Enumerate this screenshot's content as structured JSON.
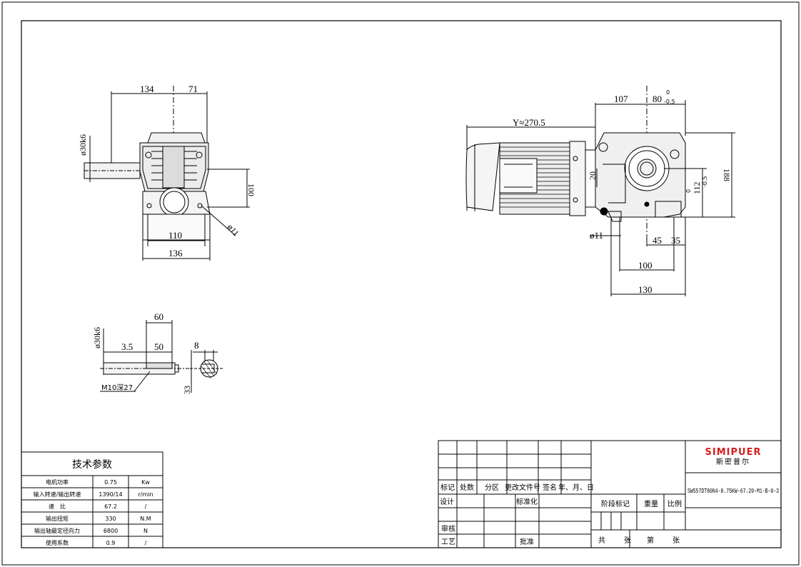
{
  "drawing": {
    "front_view": {
      "dim_top_left": "134",
      "dim_top_right": "71",
      "dim_shaft": "ø30k6",
      "dim_height": "100",
      "dim_hole": "ø11",
      "dim_base_inner": "110",
      "dim_base_outer": "136"
    },
    "shaft_detail": {
      "dim_total": "60",
      "dim_shaft": "ø30k6",
      "dim_offset": "3.5",
      "dim_key": "50",
      "dim_key_width": "8",
      "dim_key_height": "33",
      "thread": "M10深27"
    },
    "side_view": {
      "dim_motor": "Y≈270.5",
      "dim_107": "107",
      "dim_80": "80",
      "dim_80_tol": "-0.5",
      "dim_80_tol_top": "0",
      "dim_188": "188",
      "dim_112": "112",
      "dim_112_tol": "-0.5",
      "dim_112_tol_top": "0",
      "dim_20": "20",
      "dim_hole": "ø11",
      "dim_45": "45",
      "dim_35": "35",
      "dim_100": "100",
      "dim_130": "130"
    }
  },
  "tech_params": {
    "title": "技术参数",
    "rows": [
      {
        "name": "电机功率",
        "value": "0.75",
        "unit": "Kw"
      },
      {
        "name": "输入转速/输出转速",
        "value": "1390/14",
        "unit": "r/min"
      },
      {
        "name": "速　比",
        "value": "67.2",
        "unit": "/"
      },
      {
        "name": "输出扭矩",
        "value": "330",
        "unit": "N.M"
      },
      {
        "name": "输出轴最定径向力",
        "value": "6800",
        "unit": "N"
      },
      {
        "name": "使用系数",
        "value": "0.9",
        "unit": "/"
      }
    ]
  },
  "title_block": {
    "headers": [
      "标记",
      "处数",
      "分区",
      "更改文件号",
      "签名",
      "年、月、日"
    ],
    "design": "设计",
    "standardization": "标准化",
    "review": "审核",
    "process": "工艺",
    "approve": "批准",
    "stage_mark": "阶段标记",
    "weight": "重量",
    "scale": "比例",
    "total": "共",
    "sheets": "张",
    "sheet_no": "第",
    "sheets2": "张",
    "brand_en": "SIMIPUER",
    "brand_cn": "斯密普尔",
    "model": "SWS57DT80N4-0.75KW-67.20-M1-B-0-3"
  }
}
